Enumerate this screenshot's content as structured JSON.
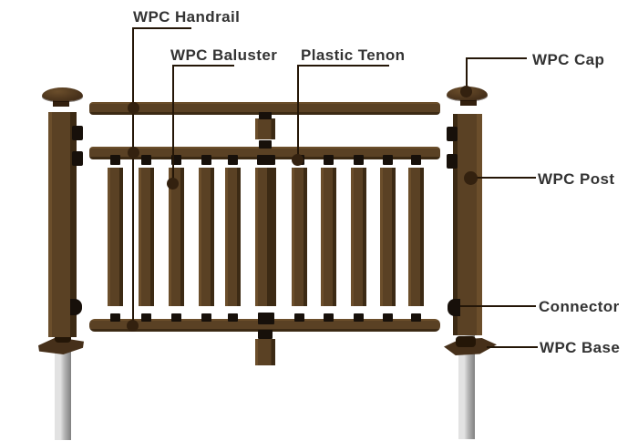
{
  "labels": {
    "handrail": "WPC Handrail",
    "baluster": "WPC Baluster",
    "plastic_tenon": "Plastic Tenon",
    "cap": "WPC Cap",
    "post": "WPC Post",
    "connector": "Connector",
    "base": "WPC Base"
  },
  "structure": {
    "baluster_count": 11,
    "rail_count": 3,
    "post_count": 2
  },
  "colors": {
    "wood_brown": "#5a4124",
    "wood_light": "#6b4e2b",
    "wood_dark": "#3c2a14",
    "cap_brown": "#46301a",
    "tenon_black": "#17100a",
    "leader_line": "#241607",
    "leader_dot": "#33210f",
    "metal_light": "#e2e2e2",
    "metal_dark": "#808080",
    "label_text": "#333333",
    "background": "#ffffff"
  }
}
